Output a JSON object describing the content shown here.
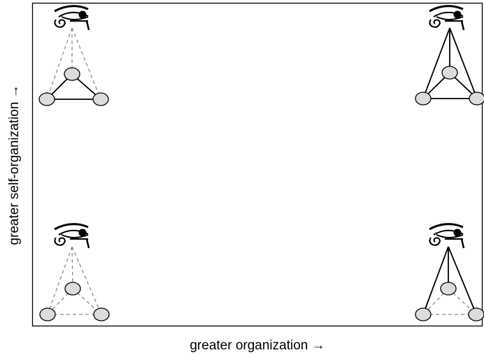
{
  "axes": {
    "x_label": "greater organization →",
    "y_label": "greater self-organization →"
  },
  "quadrants": [
    {
      "id": "top-left",
      "overseer_links": "dashed",
      "peer_links": "solid"
    },
    {
      "id": "top-right",
      "overseer_links": "solid",
      "peer_links": "solid"
    },
    {
      "id": "bottom-left",
      "overseer_links": "dashed",
      "peer_links": "dashed"
    },
    {
      "id": "bottom-right",
      "overseer_links": "solid",
      "peer_links": "dashed"
    }
  ],
  "colors": {
    "node_fill": "#dcdcdc",
    "node_stroke": "#000000",
    "dashed_line": "#8c8c8c",
    "solid_line": "#000000",
    "frame": "#000000"
  },
  "icons": {
    "overseer": "eye-of-horus-icon"
  }
}
